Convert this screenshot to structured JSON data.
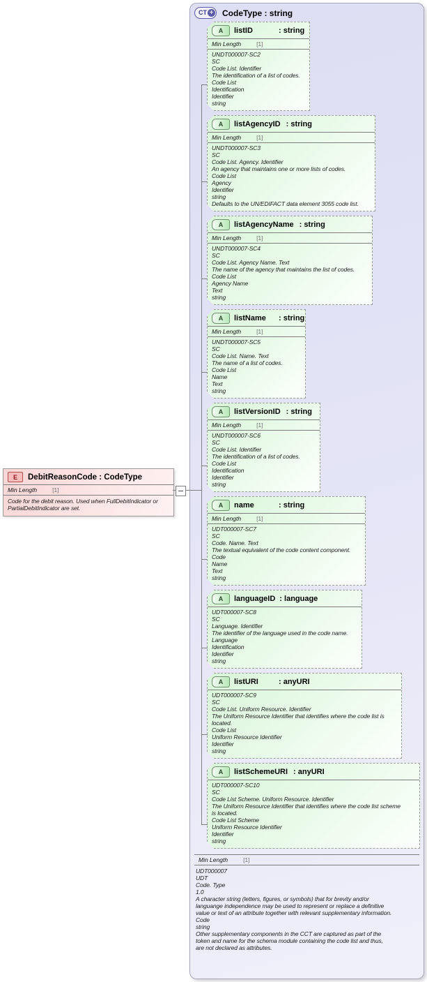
{
  "element": {
    "icon": "E",
    "title": "DebitReasonCode : CodeType",
    "facet_name": "Min Length",
    "facet_value": "[1]",
    "annotation": [
      "Code for the debit reason. Used when FullDebitIndicator or",
      "PartialDebitIndicator are set."
    ]
  },
  "connector": {
    "collapse_glyph": "minus"
  },
  "code_type": {
    "icon": "CT",
    "icon_plus": "+",
    "title": "CodeType : string",
    "attributes": [
      {
        "icon": "A",
        "name": "listID",
        "type": ": string",
        "facet_name": "Min Length",
        "facet_value": "[1]",
        "annotation": [
          "UNDT000007-SC2",
          "SC",
          "Code List. Identifier",
          "The identification of a list of codes.",
          "Code List",
          "Identification",
          "Identifier",
          "string"
        ]
      },
      {
        "icon": "A",
        "name": "listAgencyID",
        "type": ": string",
        "facet_name": "Min Length",
        "facet_value": "[1]",
        "annotation": [
          "UNDT000007-SC3",
          "SC",
          "Code List. Agency. Identifier",
          "An agency that maintains one or more lists of codes.",
          "Code List",
          "Agency",
          "Identifier",
          "string",
          "Defaults to the UN/EDIFACT data element 3055 code list."
        ]
      },
      {
        "icon": "A",
        "name": "listAgencyName",
        "type": ": string",
        "facet_name": "Min Length",
        "facet_value": "[1]",
        "annotation": [
          "UNDT000007-SC4",
          "SC",
          "Code List. Agency Name. Text",
          "The name of the agency that maintains the list of codes.",
          "Code List",
          "Agency Name",
          "Text",
          "string"
        ]
      },
      {
        "icon": "A",
        "name": "listName",
        "type": ": string",
        "facet_name": "Min Length",
        "facet_value": "[1]",
        "annotation": [
          "UNDT000007-SC5",
          "SC",
          "Code List. Name. Text",
          "The name of a list of codes.",
          "Code List",
          "Name",
          "Text",
          "string"
        ]
      },
      {
        "icon": "A",
        "name": "listVersionID",
        "type": ": string",
        "facet_name": "Min Length",
        "facet_value": "[1]",
        "annotation": [
          "UNDT000007-SC6",
          "SC",
          "Code List. Identifier",
          "The identification of a list of codes.",
          "Code List",
          "Identification",
          "Identifier",
          "string"
        ]
      },
      {
        "icon": "A",
        "name": "name",
        "type": ": string",
        "facet_name": "Min Length",
        "facet_value": "[1]",
        "annotation": [
          "UDT000007-SC7",
          "SC",
          "Code. Name. Text",
          "The textual equivalent of the code content component.",
          "Code",
          "Name",
          "Text",
          "string"
        ]
      },
      {
        "icon": "A",
        "name": "languageID",
        "type": ": language",
        "facet_name": null,
        "facet_value": null,
        "annotation": [
          "UDT000007-SC8",
          "SC",
          "Language. Identifier",
          "The identifier of the language used in the code name.",
          "Language",
          "Identification",
          "Identifier",
          "string"
        ]
      },
      {
        "icon": "A",
        "name": "listURI",
        "type": ": anyURI",
        "facet_name": null,
        "facet_value": null,
        "annotation": [
          "UDT000007-SC9",
          "SC",
          "Code List. Uniform Resource. Identifier",
          "The Uniform Resource Identifier that identifies where the code list is",
          "located.",
          "Code List",
          "Uniform Resource Identifier",
          "Identifier",
          "string"
        ]
      },
      {
        "icon": "A",
        "name": "listSchemeURI",
        "type": ": anyURI",
        "facet_name": null,
        "facet_value": null,
        "annotation": [
          "UDT000007-SC10",
          "SC",
          "Code List Scheme. Uniform Resource. Identifier",
          "The Uniform Resource Identifier that identifies where the code list scheme",
          "is located.",
          "Code List Scheme",
          "Uniform Resource Identifier",
          "Identifier",
          "string"
        ]
      }
    ],
    "facet_name": "Min Length",
    "facet_value": "[1]",
    "annotation": [
      "UDT000007",
      "UDT",
      "Code. Type",
      "1.0",
      "A character string (letters, figures, or symbols) that for brevity and/or",
      "languange independence may be used to represent or replace a definitive",
      "value or text of an attribute together with relevant supplementary information.",
      "Code",
      "string",
      "Other supplementary components in the CCT are captured as part of the",
      "token and name for the schema module containing the code list and thus,",
      "are not declared as attributes."
    ]
  },
  "colors": {
    "element_fill": "#fbdddd",
    "attribute_fill": "#e4f9e4",
    "complextype_fill": "#e4e4f6",
    "icon_blue": "#5a5aa8",
    "icon_green": "#70906f",
    "icon_red": "#b05050"
  }
}
